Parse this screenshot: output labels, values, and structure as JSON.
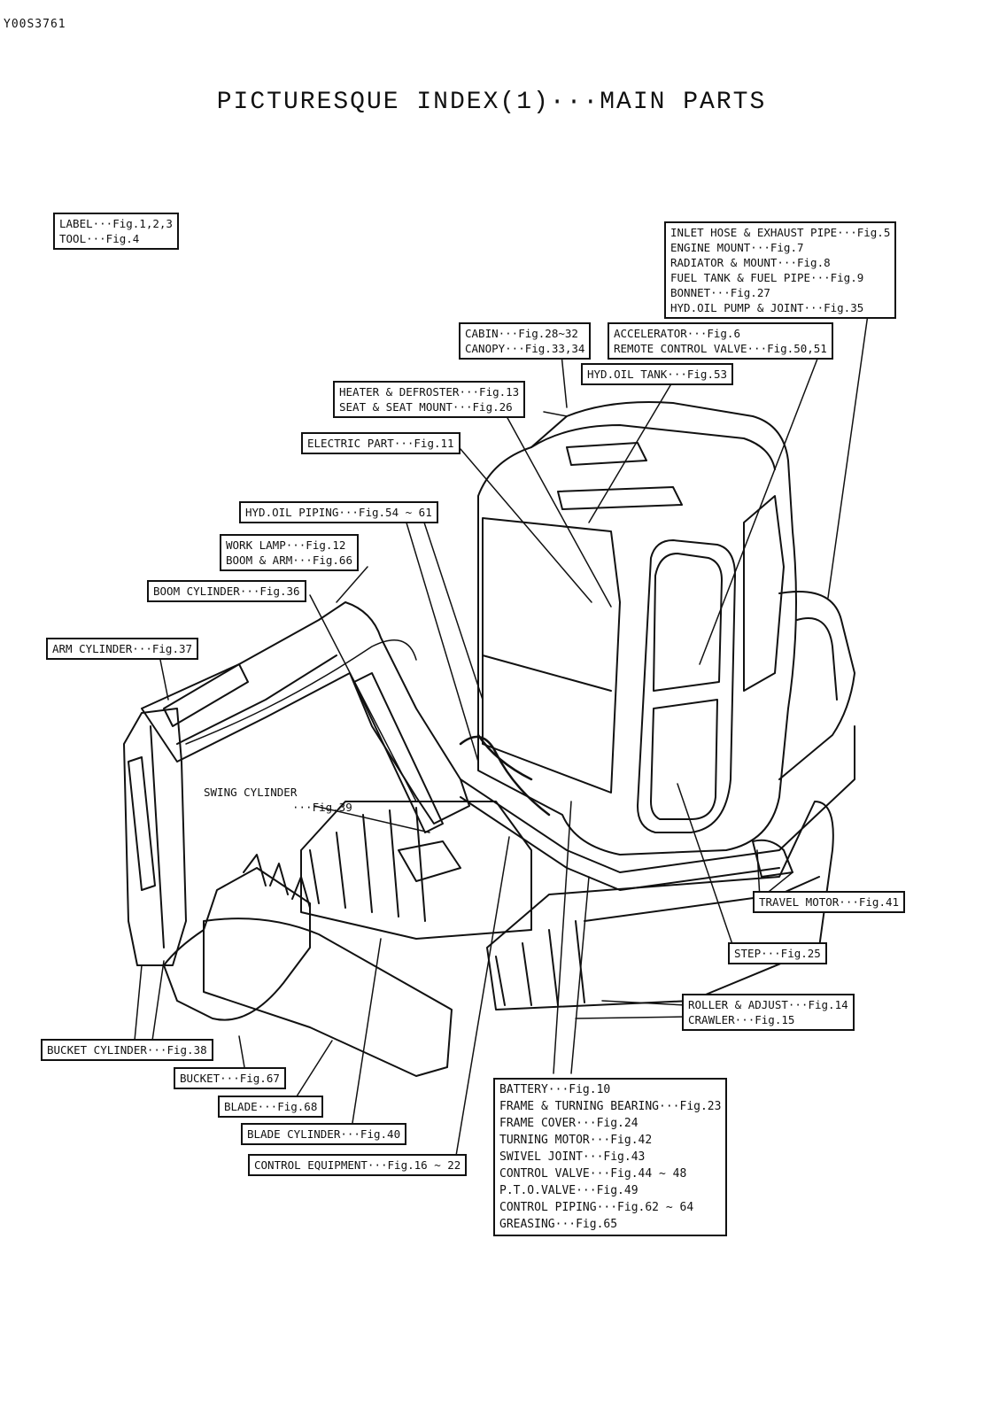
{
  "doc_code": "Y00S3761",
  "title": "PICTURESQUE INDEX(1)···MAIN PARTS",
  "labels": {
    "label_tool": [
      "LABEL···Fig.1,2,3",
      "TOOL···Fig.4"
    ],
    "engine_group": [
      "INLET HOSE & EXHAUST PIPE···Fig.5",
      "ENGINE MOUNT···Fig.7",
      "RADIATOR & MOUNT···Fig.8",
      "FUEL TANK & FUEL PIPE···Fig.9",
      "BONNET···Fig.27",
      "HYD.OIL PUMP & JOINT···Fig.35"
    ],
    "cabin": [
      "CABIN···Fig.28~32",
      "CANOPY···Fig.33,34"
    ],
    "accelerator": [
      "ACCELERATOR···Fig.6",
      "REMOTE CONTROL VALVE···Fig.50,51"
    ],
    "hyd_oil_tank": "HYD.OIL TANK···Fig.53",
    "heater": [
      "HEATER & DEFROSTER···Fig.13",
      "SEAT & SEAT MOUNT···Fig.26"
    ],
    "electric": "ELECTRIC PART···Fig.11",
    "hyd_oil_piping": "HYD.OIL PIPING···Fig.54 ~ 61",
    "work_lamp": [
      "WORK LAMP···Fig.12",
      "BOOM & ARM···Fig.66"
    ],
    "boom_cylinder": "BOOM CYLINDER···Fig.36",
    "arm_cylinder": "ARM CYLINDER···Fig.37",
    "swing_cylinder": [
      "SWING CYLINDER",
      "···Fig.39"
    ],
    "travel_motor": "TRAVEL MOTOR···Fig.41",
    "step": "STEP···Fig.25",
    "roller": [
      "ROLLER & ADJUST···Fig.14",
      "CRAWLER···Fig.15"
    ],
    "bucket_cylinder": "BUCKET CYLINDER···Fig.38",
    "bucket": "BUCKET···Fig.67",
    "blade": "BLADE···Fig.68",
    "blade_cylinder": "BLADE CYLINDER···Fig.40",
    "control_equipment": "CONTROL EQUIPMENT···Fig.16 ~ 22",
    "frame_group": [
      "BATTERY···Fig.10",
      "FRAME & TURNING BEARING···Fig.23",
      "FRAME COVER···Fig.24",
      "TURNING MOTOR···Fig.42",
      "SWIVEL JOINT···Fig.43",
      "CONTROL VALVE···Fig.44 ~ 48",
      "P.T.O.VALVE···Fig.49",
      "CONTROL PIPING···Fig.62 ~ 64",
      "GREASING···Fig.65"
    ]
  }
}
